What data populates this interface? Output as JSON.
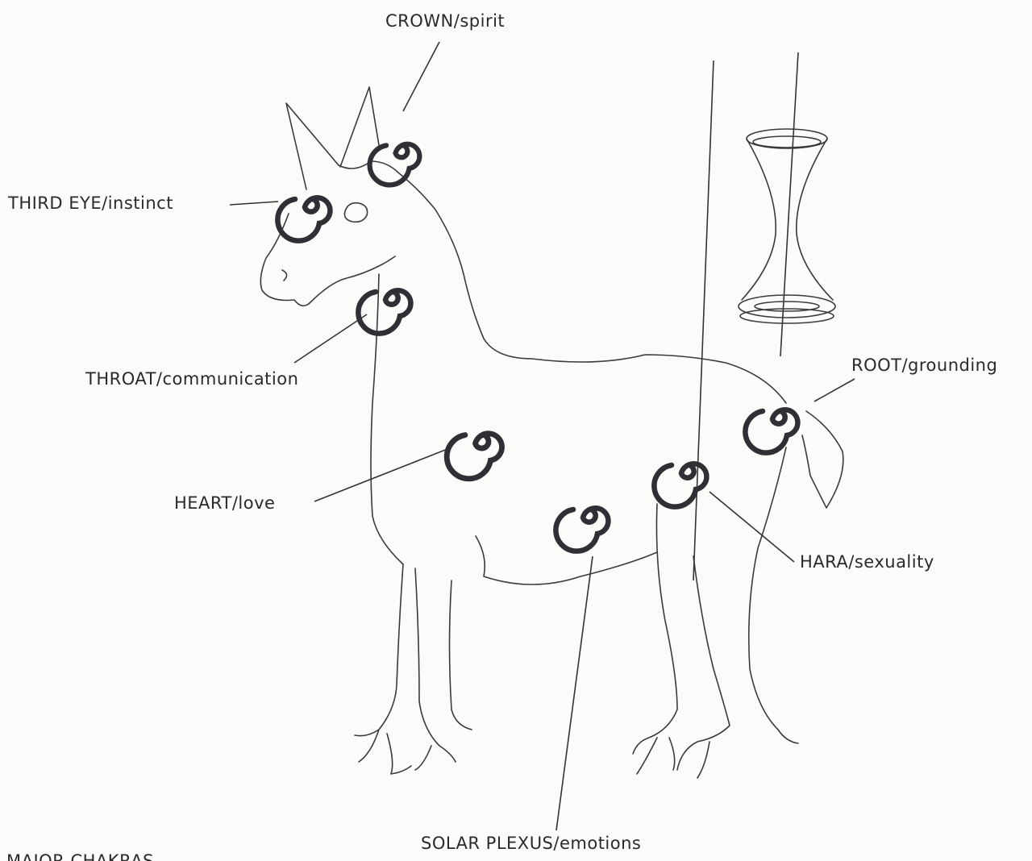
{
  "labels": {
    "crown": "CROWN/spirit",
    "third_eye": "THIRD EYE/instinct",
    "throat": "THROAT/communication",
    "heart": "HEART/love",
    "root": "ROOT/grounding",
    "hara": "HARA/sexuality",
    "solar_plexus": "SOLAR PLEXUS/emotions",
    "caption": "MAJOR CHAKRAS"
  }
}
